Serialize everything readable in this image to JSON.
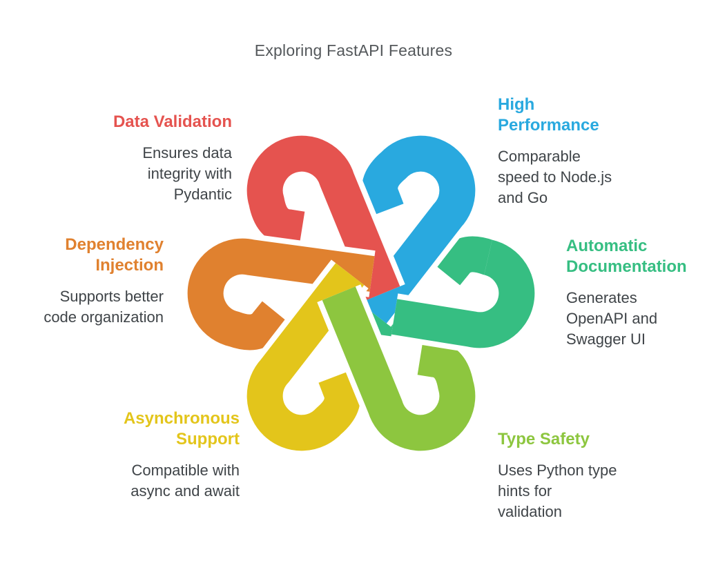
{
  "title": "Exploring FastAPI Features",
  "features": [
    {
      "id": "data-validation",
      "label": "Data Validation",
      "description": "Ensures data\nintegrity with\nPydantic",
      "color": "#E5534F"
    },
    {
      "id": "high-performance",
      "label": "High\nPerformance",
      "description": "Comparable\nspeed to Node.js\nand Go",
      "color": "#29A9DF"
    },
    {
      "id": "automatic-documentation",
      "label": "Automatic\nDocumentation",
      "description": "Generates\nOpenAPI and\nSwagger UI",
      "color": "#36BE82"
    },
    {
      "id": "type-safety",
      "label": "Type Safety",
      "description": "Uses Python type\nhints for\nvalidation",
      "color": "#8DC63F"
    },
    {
      "id": "asynchronous-support",
      "label": "Asynchronous\nSupport",
      "description": "Compatible with\nasync and await",
      "color": "#E3C51B"
    },
    {
      "id": "dependency-injection",
      "label": "Dependency\nInjection",
      "description": "Supports better\ncode organization",
      "color": "#E0812F"
    }
  ],
  "diagram": {
    "type": "interlaced-ribbon-rosette",
    "loops": 6,
    "loop_order_clockwise_from_top_left": [
      "data-validation",
      "high-performance",
      "automatic-documentation",
      "type-safety",
      "asynchronous-support",
      "dependency-injection"
    ],
    "background": "#FFFFFF",
    "text_color": "#3F4448",
    "title_color": "#54585B"
  }
}
